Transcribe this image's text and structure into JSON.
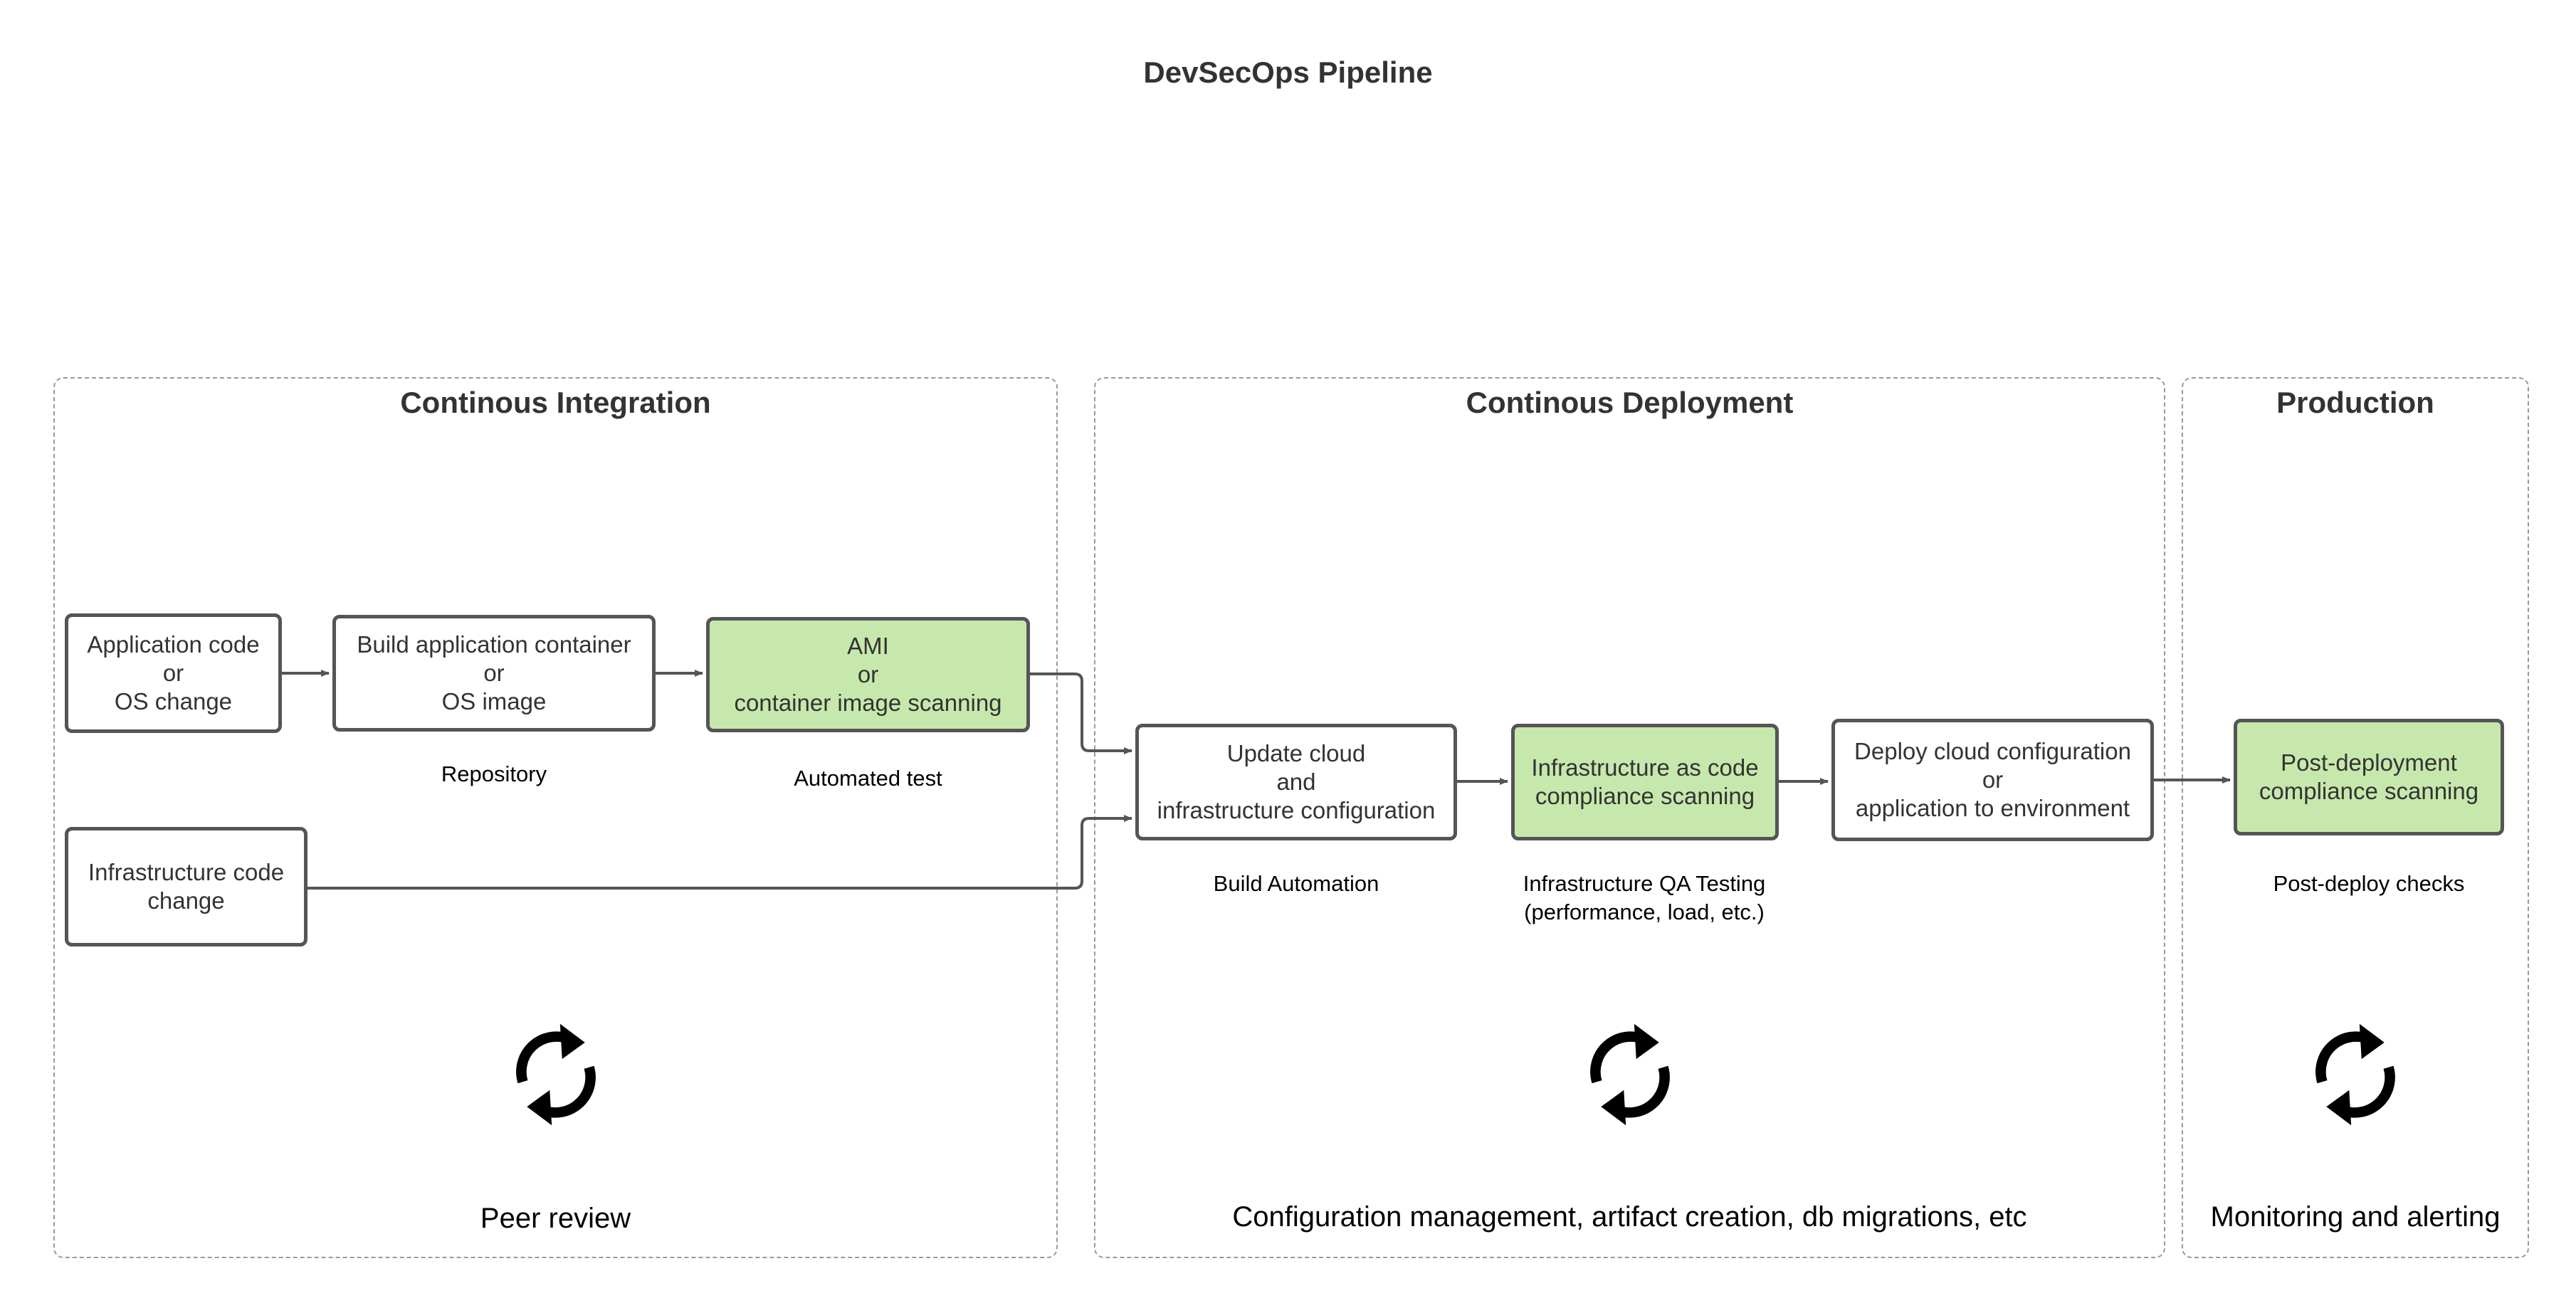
{
  "title": "DevSecOps Pipeline",
  "colors": {
    "highlight": "#c7e8ac",
    "border": "#555555",
    "dashed": "#999999",
    "text": "#333333"
  },
  "stages": {
    "ci": {
      "title": "Continous Integration",
      "footer": "Peer review",
      "icon": "refresh-cycle-icon"
    },
    "cd": {
      "title": "Continous Deployment",
      "footer": "Configuration management, artifact creation, db migrations, etc",
      "icon": "refresh-cycle-icon"
    },
    "prod": {
      "title": "Production",
      "footer": "Monitoring and alerting",
      "icon": "refresh-cycle-icon"
    }
  },
  "nodes": {
    "app_code": "Application code\nor\nOS change",
    "build_container": "Build application container\nor\nOS image",
    "ami_scan": "AMI\nor\ncontainer image scanning",
    "infra_code": "Infrastructure code\nchange",
    "update_cloud": "Update cloud\nand\ninfrastructure configuration",
    "iac_scan": "Infrastructure as code\ncompliance scanning",
    "deploy_cloud": "Deploy cloud configuration\nor\napplication to environment",
    "post_deploy_scan": "Post-deployment\ncompliance scanning"
  },
  "captions": {
    "repository": "Repository",
    "automated_test": "Automated test",
    "build_automation": "Build Automation",
    "infra_qa": "Infrastructure QA Testing\n(performance, load, etc.)",
    "post_deploy_checks": "Post-deploy checks"
  }
}
